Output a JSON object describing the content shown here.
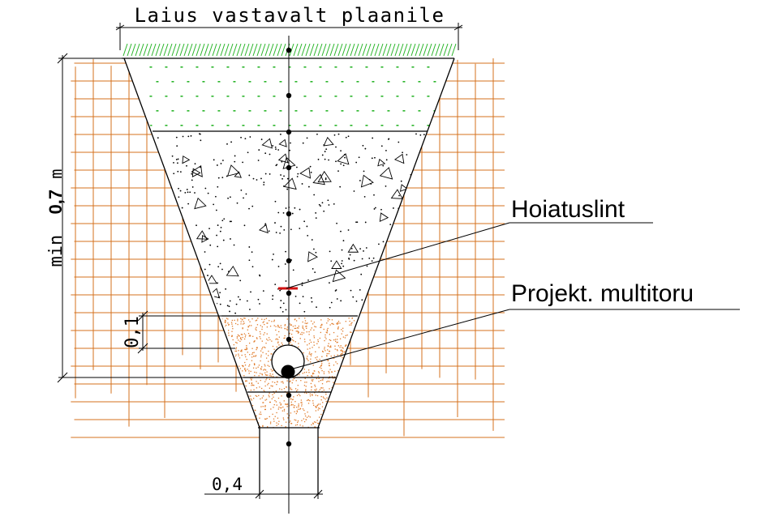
{
  "drawing": {
    "top_dimension_label": "Laius vastavalt plaanile",
    "depth_label_prefix": "min",
    "depth_label_value": "0,7",
    "depth_label_unit": "m",
    "bedding_dimension": "0,1",
    "bottom_width_dimension": "0,4",
    "callouts": {
      "warning_tape": "Hoiatuslint",
      "conduit": "Projekt. multitoru"
    }
  },
  "colors": {
    "hatch": "#d4701c",
    "grass": "#2ab52a",
    "sand": "#e07b2a",
    "warning_tape": "#d21010",
    "line": "#000000"
  }
}
